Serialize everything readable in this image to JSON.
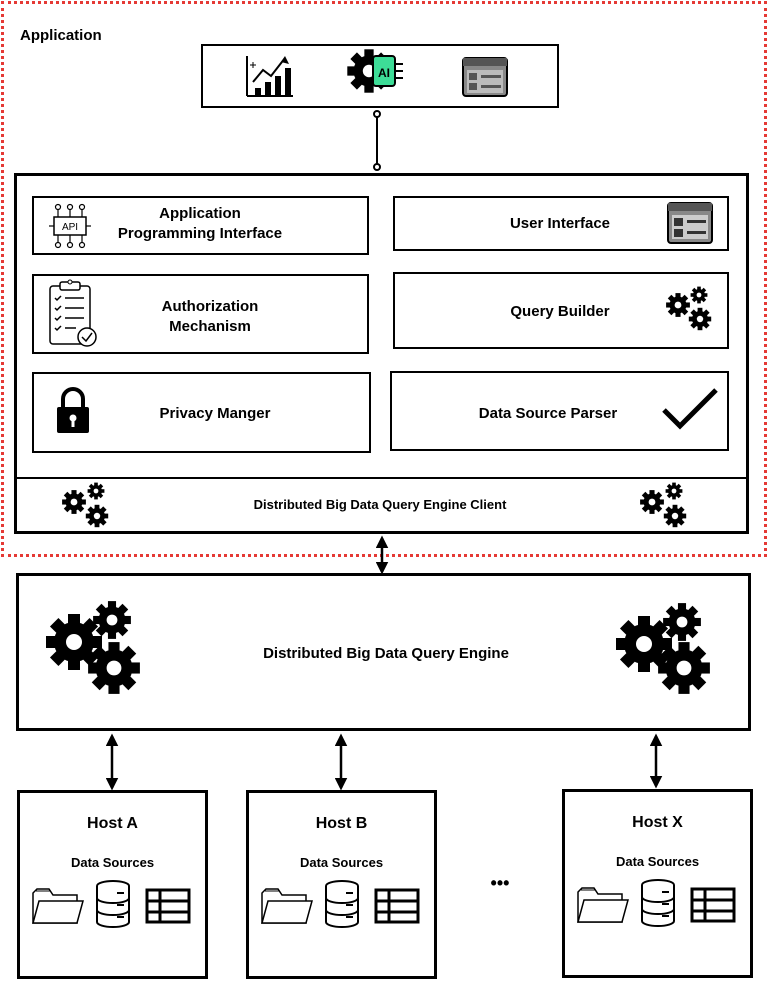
{
  "app_label": "Application",
  "top_icons": [
    "chart-growth-icon",
    "ai-chip-gear-icon",
    "ui-window-icon"
  ],
  "client": {
    "api": {
      "line1": "Application",
      "line2": "Programming Interface"
    },
    "ui": "User Interface",
    "auth": {
      "line1": "Authorization",
      "line2": "Mechanism"
    },
    "query_builder": "Query Builder",
    "privacy": "Privacy Manger",
    "parser": "Data Source Parser",
    "footer": "Distributed Big Data Query Engine Client"
  },
  "engine": "Distributed Big Data Query Engine",
  "hosts": [
    {
      "name": "Host A",
      "ds": "Data Sources"
    },
    {
      "name": "Host B",
      "ds": "Data Sources"
    },
    {
      "name": "Host X",
      "ds": "Data Sources"
    }
  ],
  "ellipsis": "•••",
  "colors": {
    "dashed_border": "#e53935",
    "ai_chip": "#3ddc97"
  }
}
